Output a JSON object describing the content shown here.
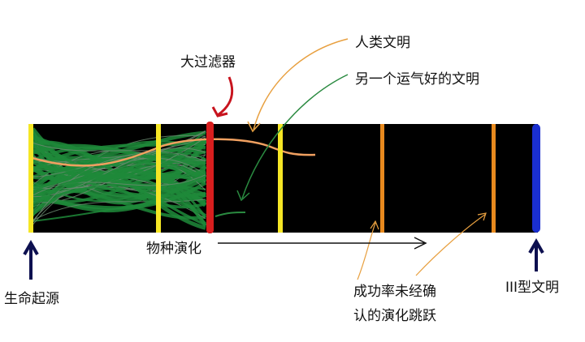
{
  "labels": {
    "great_filter": "大过滤器",
    "human_civ": "人类文明",
    "lucky_civ": "另一个运气好的文明",
    "species_evolution": "物种演化",
    "origin_of_life": "生命起源",
    "unconfirmed_line1": "成功率未经确",
    "unconfirmed_line2": "认的演化跳跃",
    "type3_civ": "III型文明"
  },
  "colors": {
    "bar": "#000000",
    "strands": "#1f8a3a",
    "milestone": "#f5e625",
    "filter": "#d81e1e",
    "unconfirmed": "#e88a1e",
    "type3": "#1a2fd0",
    "human_path": "#f0a060",
    "arrow_dark": "#0d1050"
  }
}
